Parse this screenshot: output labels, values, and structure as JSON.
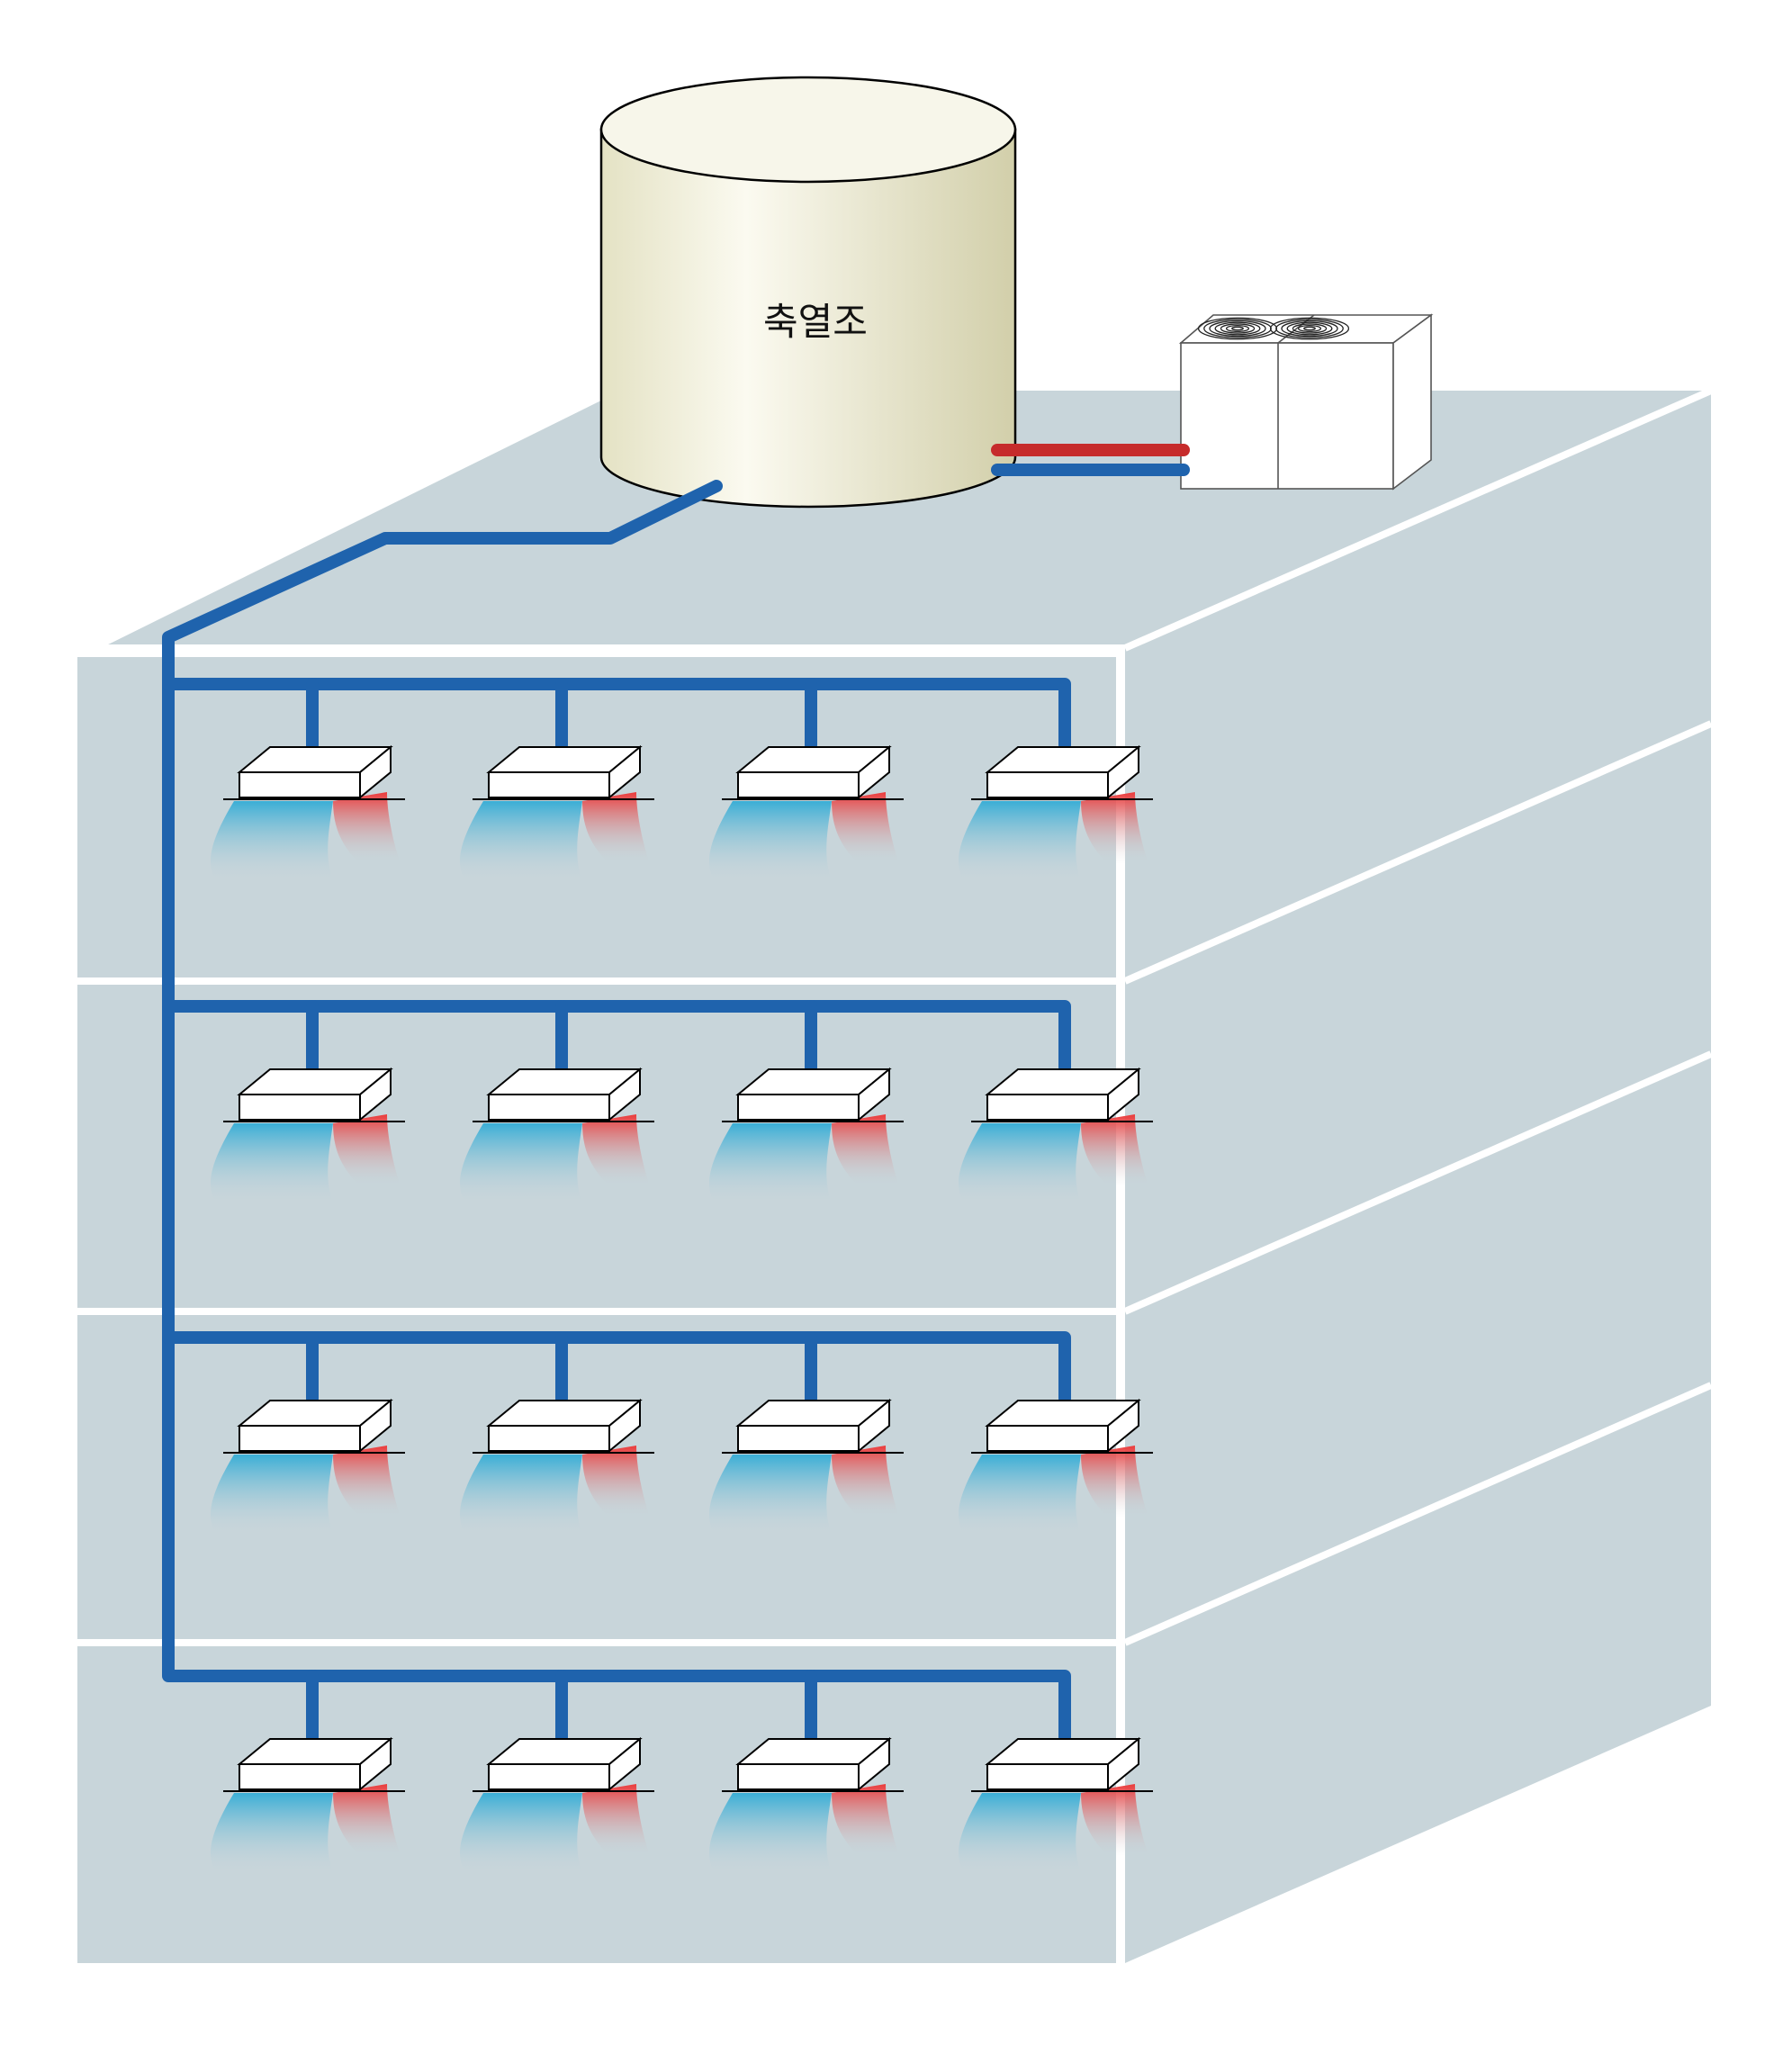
{
  "diagram": {
    "tank_label": "축열조",
    "floor_count": 4,
    "indoor_units_per_floor": 4,
    "colors": {
      "building_face": "#c8d5da",
      "building_top": "#c8d5da",
      "slab_line": "#ffffff",
      "supply_pipe": "#1f63ad",
      "hot_pipe": "#c62b2b",
      "cool_air": "#4fb6d8",
      "warm_air": "#e8423f",
      "tank_fill": "#ecebd6",
      "unit_fill": "#ffffff",
      "outline": "#000000"
    },
    "icons": {
      "tank": "storage-tank-icon",
      "outdoor_unit": "outdoor-condenser-unit-icon",
      "indoor_unit": "ceiling-cassette-unit-icon"
    }
  }
}
